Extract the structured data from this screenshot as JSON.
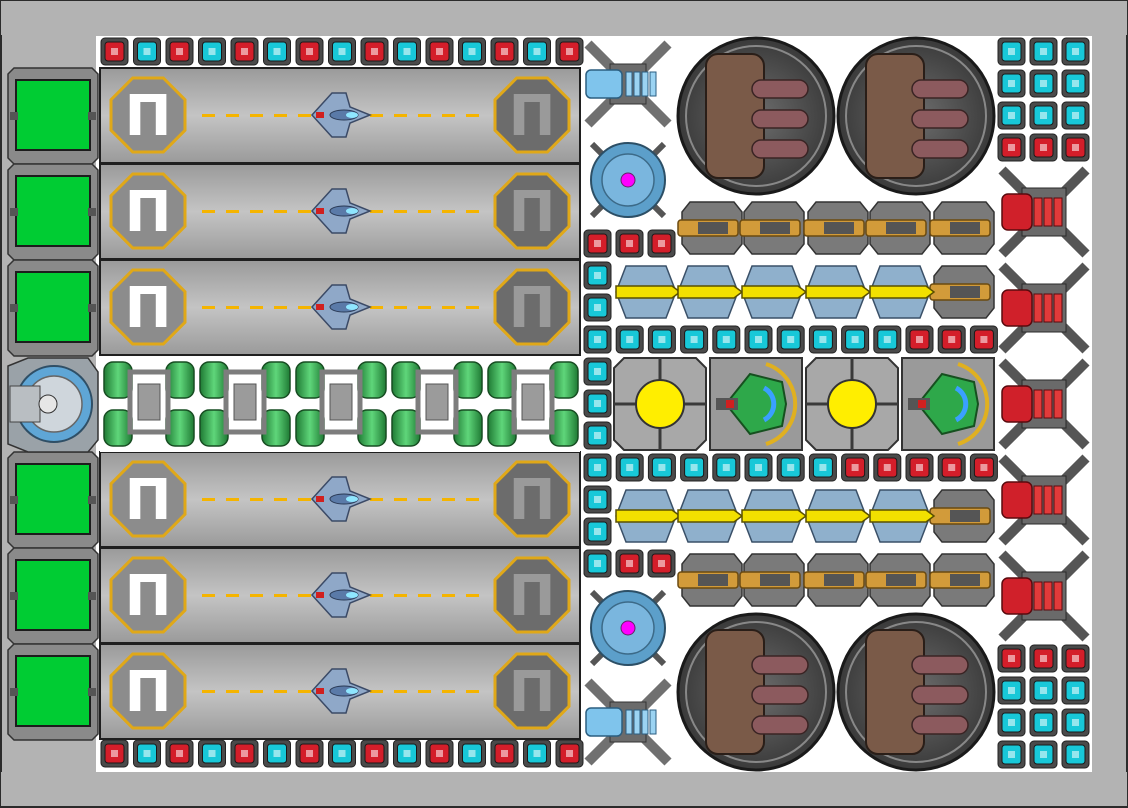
{
  "game": {
    "grid": {
      "top_row": [
        "red",
        "cyan",
        "red",
        "cyan",
        "red",
        "cyan",
        "red",
        "cyan",
        "red",
        "cyan",
        "red",
        "cyan",
        "red",
        "cyan",
        "red"
      ],
      "bottom_row": [
        "red",
        "cyan",
        "red",
        "cyan",
        "red",
        "cyan",
        "red",
        "cyan",
        "red",
        "cyan",
        "red",
        "cyan",
        "red",
        "cyan",
        "red"
      ],
      "right_top": [
        [
          "cyan",
          "cyan",
          "cyan"
        ],
        [
          "cyan",
          "cyan",
          "cyan"
        ],
        [
          "cyan",
          "cyan",
          "cyan"
        ],
        [
          "red",
          "red",
          "red"
        ]
      ],
      "right_bottom": [
        [
          "red",
          "red",
          "red"
        ],
        [
          "cyan",
          "cyan",
          "cyan"
        ],
        [
          "cyan",
          "cyan",
          "cyan"
        ],
        [
          "cyan",
          "cyan",
          "cyan"
        ]
      ],
      "mid_upper_row": [
        "cyan",
        "cyan",
        "cyan",
        "cyan",
        "cyan",
        "cyan",
        "cyan",
        "cyan",
        "cyan",
        "cyan",
        "red",
        "red",
        "red"
      ],
      "mid_lower_row": [
        "cyan",
        "cyan",
        "cyan",
        "cyan",
        "cyan",
        "cyan",
        "cyan",
        "cyan",
        "red",
        "red",
        "red",
        "red",
        "red"
      ],
      "left_upper_red": [
        "red",
        "red",
        "red"
      ],
      "left_lower_red": [
        "red",
        "red",
        "red"
      ],
      "left_col_upper": [
        "cyan",
        "cyan",
        "cyan"
      ],
      "left_col_lower": [
        "cyan",
        "cyan",
        "cyan"
      ]
    },
    "hangar_bays": 6,
    "storage_blocks": 6,
    "launch_pad_symbol": "Π",
    "colors": {
      "frame": "#b3b3b3",
      "frame_edge": "#5a5a5a",
      "storage_green": "#00cc33",
      "block_red": "#d41e2a",
      "block_cyan": "#18c8d8",
      "runway_dash": "#f5b400",
      "pad_ring": "#e0a818",
      "reactor_yellow": "#ffee00",
      "sensor_magenta": "#ff00ff",
      "cannon_brown": "#7a5a48",
      "missile_red": "#d0202a",
      "tank_green": "#2ea84a"
    },
    "icons": [
      "fighter-ship-icon",
      "launch-pad-icon",
      "reactor-icon",
      "sensor-dish-icon",
      "cannon-turret-icon",
      "laser-turret-icon",
      "missile-launcher-icon",
      "thruster-icon",
      "fuel-tank-icon",
      "cockpit-icon",
      "storage-icon"
    ]
  }
}
